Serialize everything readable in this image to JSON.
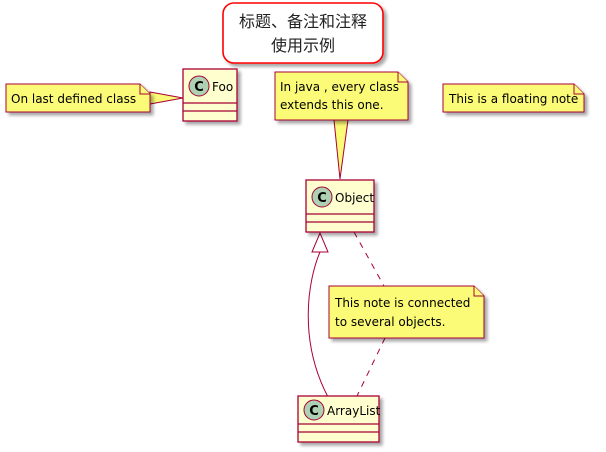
{
  "title": {
    "lines": [
      "标题、备注和注释",
      "使用示例"
    ]
  },
  "classes": {
    "foo": {
      "name": "Foo",
      "stereotype_letter": "C"
    },
    "object": {
      "name": "Object",
      "stereotype_letter": "C"
    },
    "arraylist": {
      "name": "ArrayList",
      "stereotype_letter": "C"
    }
  },
  "notes": {
    "last_class": {
      "lines": [
        "On last defined class"
      ]
    },
    "java": {
      "lines": [
        "In java , every class",
        "extends this one."
      ]
    },
    "floating": {
      "lines": [
        "This is a floating note"
      ]
    },
    "connected": {
      "lines": [
        "This note is connected",
        "to several objects."
      ]
    }
  },
  "colors": {
    "class_fill": "#FEFECE",
    "class_border": "#A80036",
    "note_fill": "#FBFB77",
    "note_border": "#A80036",
    "stereotype_circle": "#ADD1B2",
    "edge": "#A80036",
    "title_border": "#FF0000"
  }
}
